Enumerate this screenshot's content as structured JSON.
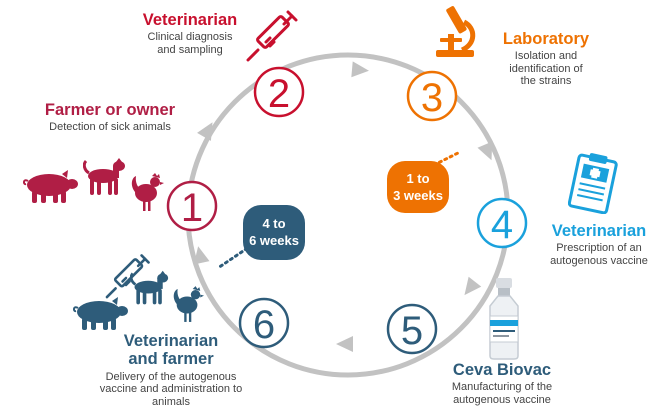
{
  "colors": {
    "ring": "#c2c2c2",
    "crimson": "#b01e45",
    "red": "#c8102e",
    "orange": "#ee7202",
    "cyan": "#1aa1dc",
    "navy": "#2e5c7a",
    "circle_fill": "#ffffff"
  },
  "steps": [
    {
      "number": "1",
      "title": "Farmer or owner",
      "desc": "Detection of sick animals",
      "color": "#b01e45"
    },
    {
      "number": "2",
      "title": "Veterinarian",
      "desc": "Clinical diagnosis and sampling",
      "color": "#c8102e"
    },
    {
      "number": "3",
      "title": "Laboratory",
      "desc": "Isolation and identification of the strains",
      "color": "#ee7202"
    },
    {
      "number": "4",
      "title": "Veterinarian",
      "desc": "Prescription of an autogenous vaccine",
      "color": "#1aa1dc"
    },
    {
      "number": "5",
      "title": "Ceva Biovac",
      "desc": "Manufacturing of the autogenous vaccine",
      "color": "#2e5c7a"
    },
    {
      "number": "6",
      "title": "Veterinarian and farmer",
      "desc": "Delivery of the autogenous vaccine and administration to animals",
      "color": "#2e5c7a"
    }
  ],
  "durations": [
    {
      "text": "1 to 3 weeks",
      "color": "#ee7202"
    },
    {
      "text": "4 to 6 weeks",
      "color": "#2e5c7a"
    }
  ],
  "icons": [
    "pig-icon",
    "dog-icon",
    "rooster-icon",
    "syringe-icon",
    "microscope-icon",
    "clipboard-icon",
    "vaccine-vial-icon"
  ]
}
